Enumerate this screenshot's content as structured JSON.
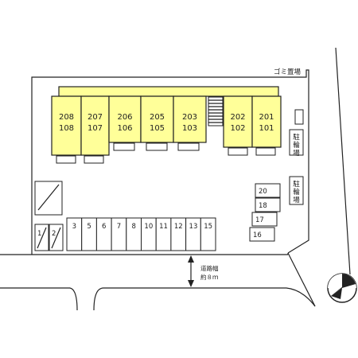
{
  "units": [
    {
      "upper": "208",
      "lower": "108"
    },
    {
      "upper": "207",
      "lower": "107"
    },
    {
      "upper": "206",
      "lower": "106"
    },
    {
      "upper": "205",
      "lower": "105"
    },
    {
      "upper": "203",
      "lower": "103"
    },
    {
      "upper": "202",
      "lower": "102"
    },
    {
      "upper": "201",
      "lower": "101"
    }
  ],
  "labels": {
    "garbage": "ゴミ置場",
    "bicycle_1": "駐輪場",
    "bicycle_2": "駐輪場",
    "road_width_1": "道路幅",
    "road_width_2": "約８ｍ"
  },
  "parking": {
    "bottom_row": [
      "3",
      "5",
      "6",
      "7",
      "8",
      "10",
      "11",
      "12",
      "13",
      "15"
    ],
    "small": [
      "1",
      "2"
    ],
    "right_column": [
      "20",
      "18",
      "17",
      "16"
    ]
  },
  "icons": [
    "compass-north-arrow-icon",
    "dimension-arrow-icon",
    "stair-icon"
  ]
}
